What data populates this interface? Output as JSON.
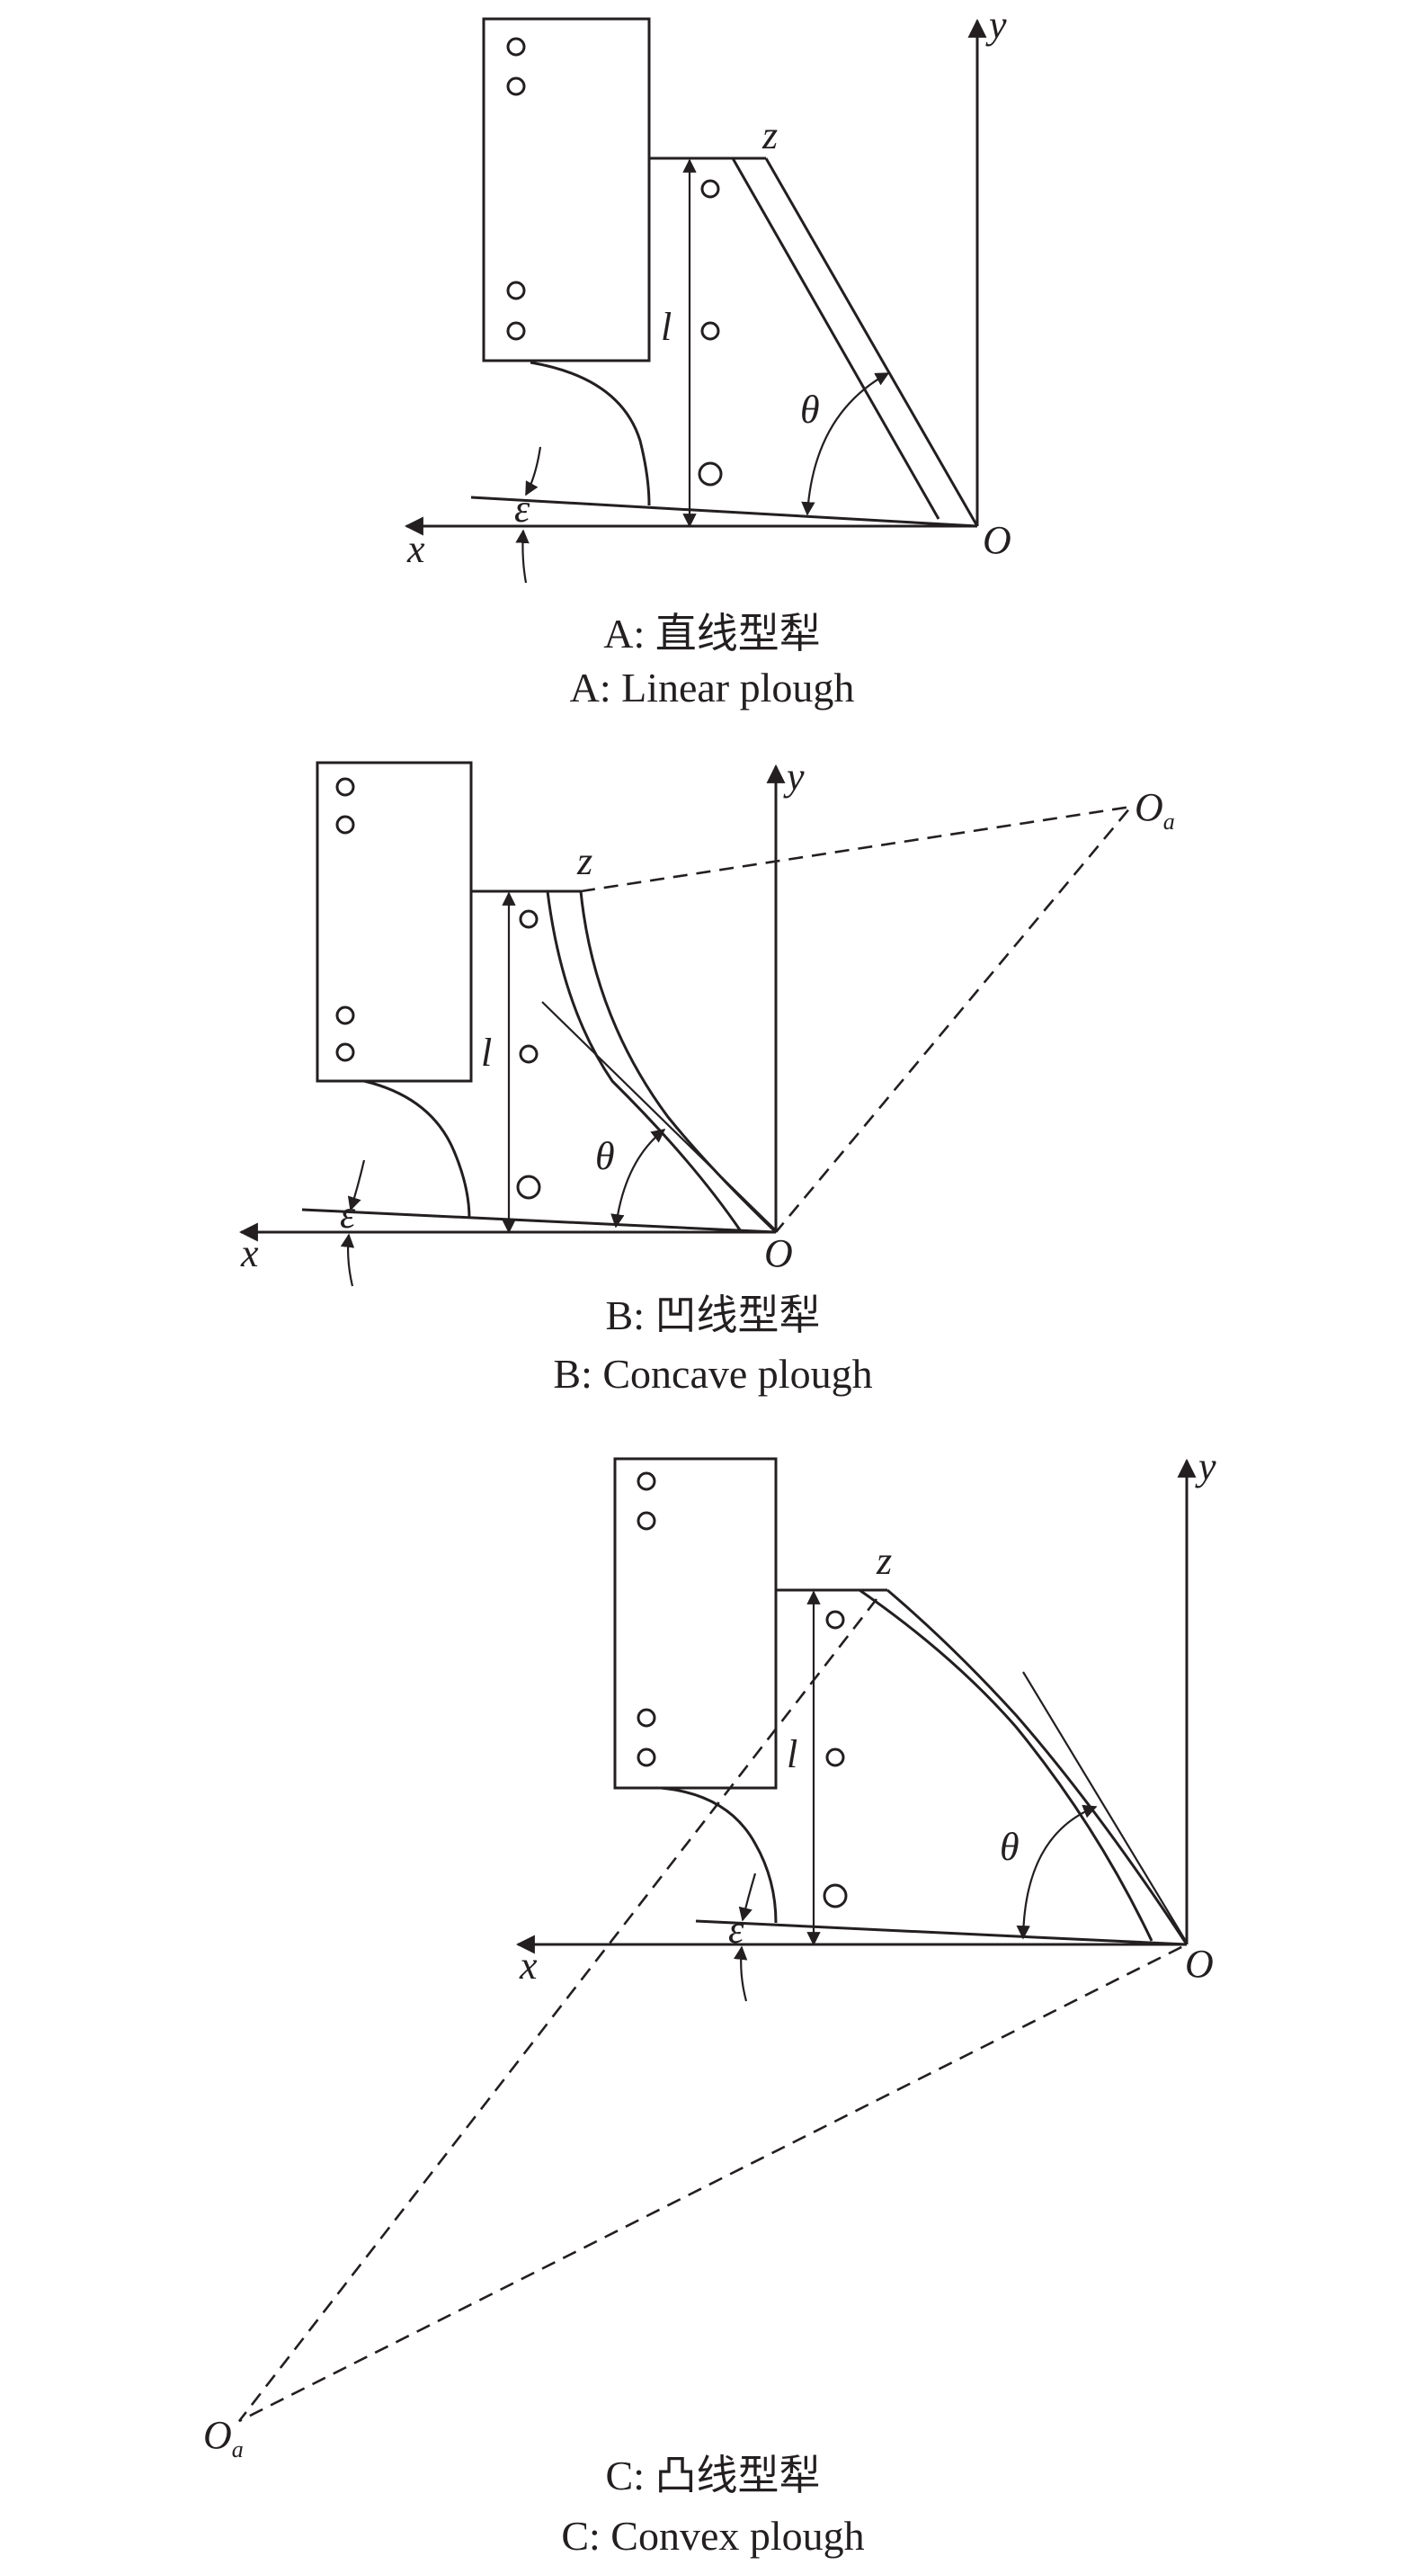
{
  "panels": [
    {
      "id": "A",
      "caption_cn": "A: 直线型犁",
      "caption_en": "A: Linear plough"
    },
    {
      "id": "B",
      "caption_cn": "B: 凹线型犁",
      "caption_en": "B: Concave plough"
    },
    {
      "id": "C",
      "caption_cn": "C: 凸线型犁",
      "caption_en": "C: Convex plough"
    }
  ],
  "labels": {
    "x": "x",
    "y": "y",
    "z": "z",
    "O": "O",
    "Oa_main": "O",
    "Oa_sub": "a",
    "l": "l",
    "theta": "θ",
    "epsilon": "ε"
  },
  "colors": {
    "line": "#231f20",
    "background": "#ffffff"
  }
}
